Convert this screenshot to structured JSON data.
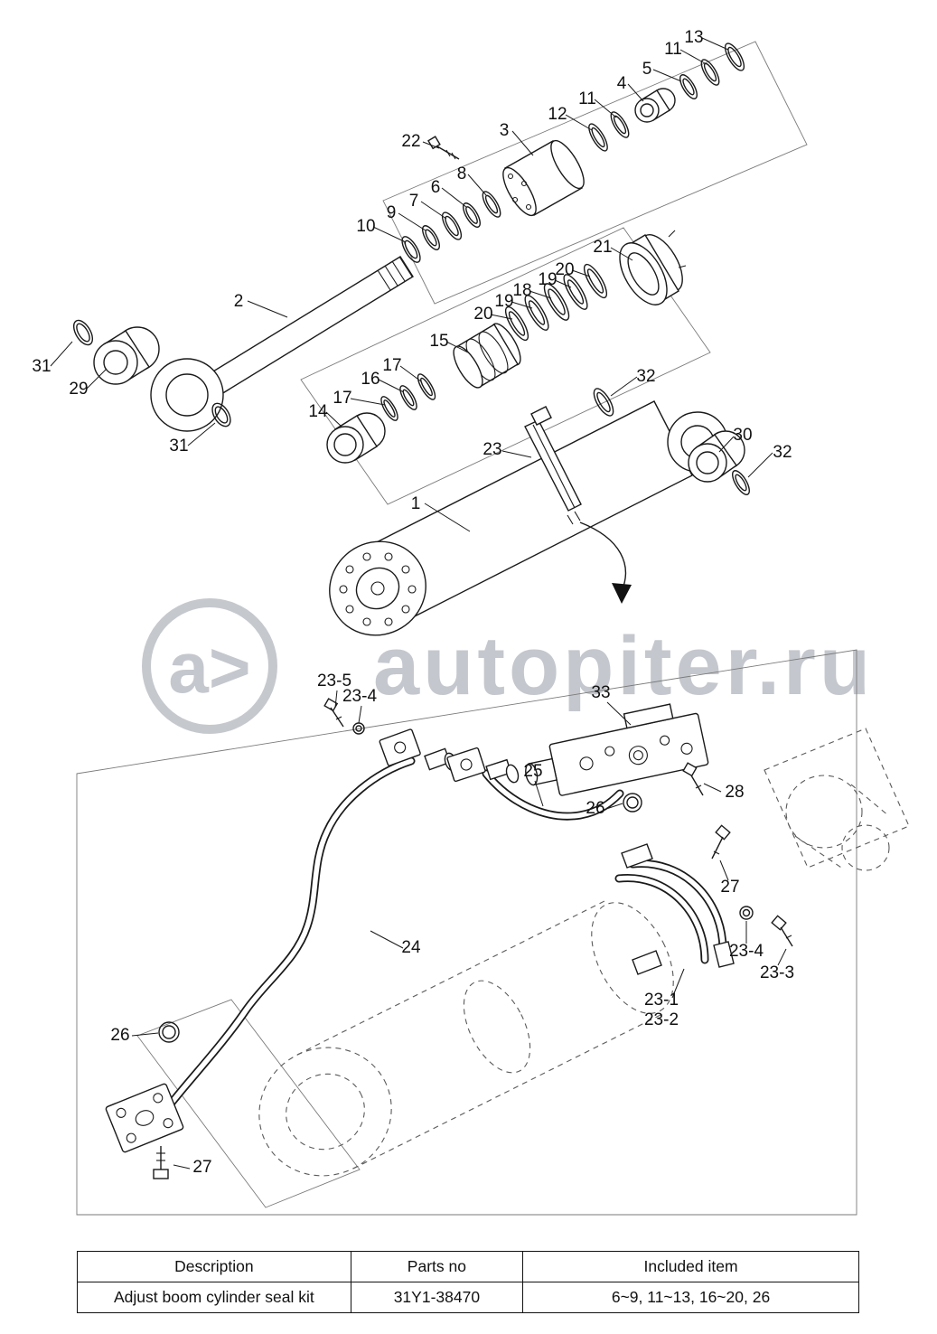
{
  "page": {
    "background": "#ffffff"
  },
  "watermark": {
    "logo_text": "a>",
    "site_text": "autopiter.ru",
    "color": "#b6bac1"
  },
  "parts_labels": {
    "p13": "13",
    "p11a": "11",
    "p5": "5",
    "p4": "4",
    "p11b": "11",
    "p12": "12",
    "p3": "3",
    "p22": "22",
    "p8": "8",
    "p6": "6",
    "p7": "7",
    "p9": "9",
    "p10": "10",
    "p21": "21",
    "p20a": "20",
    "p19a": "19",
    "p18": "18",
    "p19b": "19",
    "p20b": "20",
    "p2": "2",
    "p15": "15",
    "p17a": "17",
    "p16": "16",
    "p31a": "31",
    "p29": "29",
    "p17b": "17",
    "p14": "14",
    "p32a": "32",
    "p31b": "31",
    "p23": "23",
    "p30": "30",
    "p32b": "32",
    "p1": "1",
    "p23_5": "23-5",
    "p23_4a": "23-4",
    "p33": "33",
    "p25": "25",
    "p26a": "26",
    "p28": "28",
    "p27a": "27",
    "p23_4b": "23-4",
    "p23_3": "23-3",
    "p23_1": "23-1",
    "p23_2": "23-2",
    "p24": "24",
    "p26b": "26",
    "p27b": "27"
  },
  "table": {
    "headers": [
      "Description",
      "Parts no",
      "Included item"
    ],
    "rows": [
      [
        "Adjust boom cylinder seal kit",
        "31Y1-38470",
        "6~9, 11~13, 16~20, 26"
      ]
    ]
  }
}
